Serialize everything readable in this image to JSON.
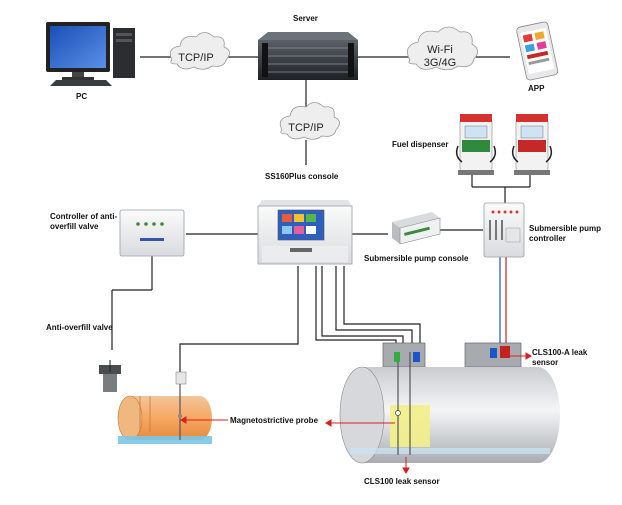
{
  "diagram": {
    "labels": {
      "pc": "PC",
      "server": "Server",
      "app": "APP",
      "ss160": "SS160Plus console",
      "fuel_dispenser": "Fuel dispenser",
      "controller_anti_overfill": "Controller of anti-overfill valve",
      "submersible_pump_console": "Submersible pump console",
      "submersible_pump_controller": "Submersible pump controller",
      "anti_overfill_valve": "Anti-overfill valve",
      "magnetostrictive_probe": "Magnetostrictive probe",
      "cls100a": "CLS100-A leak sensor",
      "cls100": "CLS100 leak sensor"
    },
    "clouds": {
      "tcpip_left": "TCP/IP",
      "tcpip_center": "TCP/IP",
      "wifi_line1": "Wi-Fi",
      "wifi_line2": "3G/4G"
    }
  }
}
